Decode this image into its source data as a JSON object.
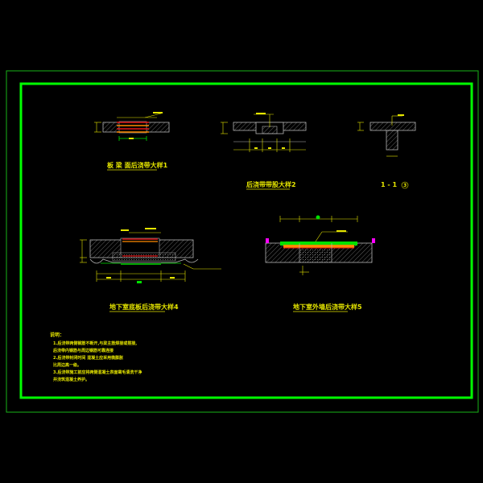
{
  "colors": {
    "background": "#000000",
    "outer_frame": "#18b318",
    "inner_frame": "#00ff00",
    "linework": "#b4b4b4",
    "hatch": "#8c8c8c",
    "title_text": "#e6e600",
    "dimension": "#e6e600",
    "rebar_red": "#e01818",
    "membrane_orange": "#ff8a00",
    "green_strip": "#00e000",
    "magenta": "#ff00ff",
    "cyan": "#00c8c8"
  },
  "details": {
    "d1": {
      "title": "板 梁 面后浇带大样1"
    },
    "d2": {
      "title": "后浇带带股大样2"
    },
    "d3": {
      "title": "1 - 1",
      "ref": "3"
    },
    "d4": {
      "title": "地下室底板后浇带大样4"
    },
    "d5": {
      "title": "地下室外墙后浇带大样5"
    }
  },
  "notes": {
    "heading": "说明：",
    "lines": [
      "1.后浇带两侧钢筋不断开,与梁主筋焊接或搭接,",
      "  后浇带内钢筋与周边钢筋可靠连接",
      "2.后浇带封闭时间      混凝土应采用微膨胀",
      "  比周边高一级。",
      "3.后浇带施工前应将两侧混凝土表面凿毛清洗干净",
      "  并浇筑混凝土养护。"
    ]
  }
}
